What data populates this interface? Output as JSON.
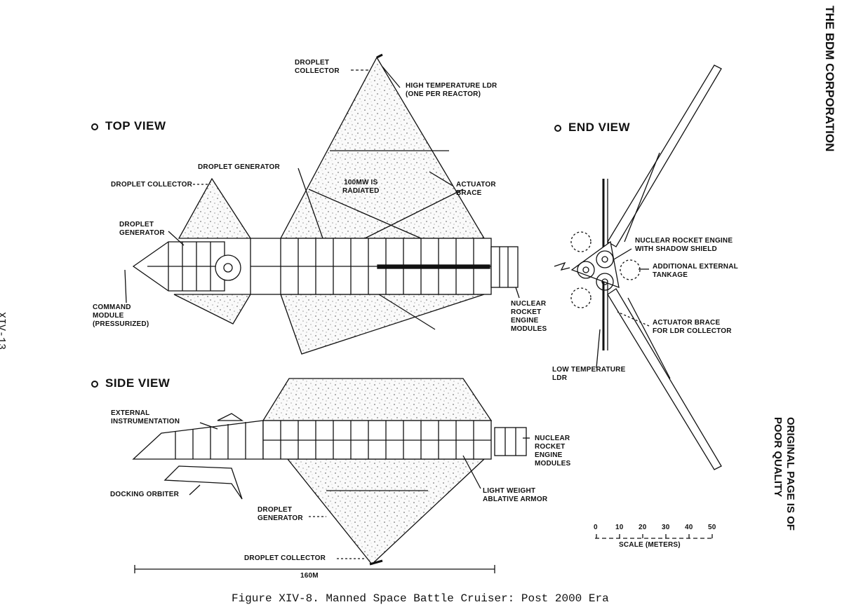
{
  "header": {
    "company": "THE BDM CORPORATION"
  },
  "page_number": "XIV-13",
  "stamp": "ORIGINAL PAGE IS OF POOR QUALITY",
  "views": {
    "top": "TOP VIEW",
    "end": "END VIEW",
    "side": "SIDE VIEW"
  },
  "labels": {
    "droplet_collector_top": "DROPLET COLLECTOR",
    "high_temp_ldr": "HIGH TEMPERATURE LDR",
    "one_per_reactor": "(ONE PER REACTOR)",
    "droplet_generator_top": "DROPLET GENERATOR",
    "droplet_collector_left": "DROPLET COLLECTOR",
    "radiated_1": "100MW IS",
    "radiated_2": "RADIATED",
    "actuator_brace_1": "ACTUATOR",
    "actuator_brace_2": "BRACE",
    "droplet_generator_left_1": "DROPLET",
    "droplet_generator_left_2": "GENERATOR",
    "command_module_1": "COMMAND",
    "command_module_2": "MODULE",
    "command_module_3": "(PRESSURIZED)",
    "nuclear_modules_top_1": "NUCLEAR",
    "nuclear_modules_top_2": "ROCKET",
    "nuclear_modules_top_3": "ENGINE",
    "nuclear_modules_top_4": "MODULES",
    "end_engine_1": "NUCLEAR ROCKET ENGINE",
    "end_engine_2": "WITH SHADOW SHIELD",
    "end_tank_1": "ADDITIONAL EXTERNAL",
    "end_tank_2": "TANKAGE",
    "end_brace_1": "ACTUATOR BRACE",
    "end_brace_2": "FOR LDR COLLECTOR",
    "low_temp_ldr_1": "LOW TEMPERATURE",
    "low_temp_ldr_2": "LDR",
    "external_instr_1": "EXTERNAL",
    "external_instr_2": "INSTRUMENTATION",
    "nuclear_modules_side_1": "NUCLEAR",
    "nuclear_modules_side_2": "ROCKET",
    "nuclear_modules_side_3": "ENGINE",
    "nuclear_modules_side_4": "MODULES",
    "docking_orbiter": "DOCKING ORBITER",
    "light_armor_1": "LIGHT WEIGHT",
    "light_armor_2": "ABLATIVE ARMOR",
    "droplet_generator_side_1": "DROPLET",
    "droplet_generator_side_2": "GENERATOR",
    "droplet_collector_bottom": "DROPLET COLLECTOR",
    "length": "160M"
  },
  "scale": {
    "ticks": [
      "0",
      "10",
      "20",
      "30",
      "40",
      "50"
    ],
    "caption": "SCALE (METERS)"
  },
  "caption": "Figure XIV-8.  Manned Space Battle Cruiser:  Post 2000 Era"
}
